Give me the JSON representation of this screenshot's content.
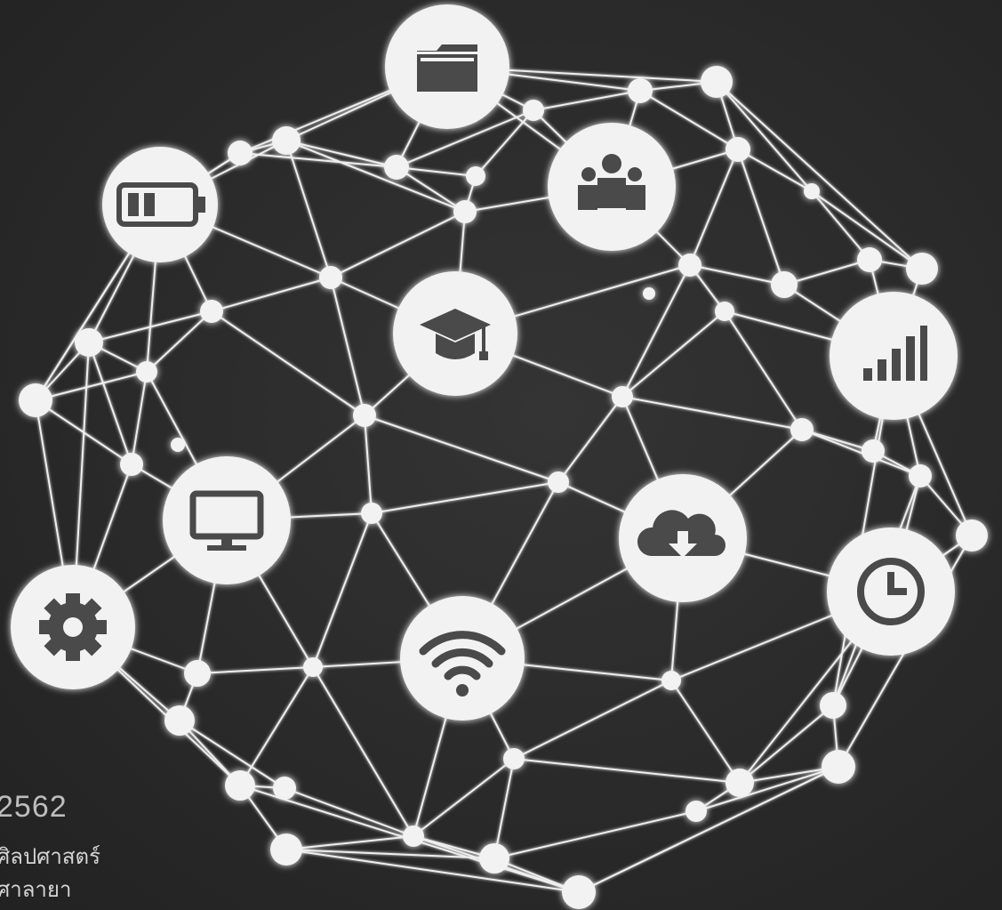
{
  "colors": {
    "background": "#2b2b2b",
    "node_fill": "#f2f2f2",
    "edge_stroke": "#eeeeee",
    "icon_fill": "#4a4a4a",
    "caption_text": "#d4d4d4"
  },
  "icon_nodes": [
    "folder-icon",
    "battery-icon",
    "people-icon",
    "graduation-cap-icon",
    "signal-bars-icon",
    "monitor-icon",
    "cloud-download-icon",
    "clock-icon",
    "gear-icon",
    "wifi-icon"
  ],
  "caption": {
    "year": "2562",
    "line1": "ศิลปศาสตร์",
    "line2": "ศาลายา"
  }
}
